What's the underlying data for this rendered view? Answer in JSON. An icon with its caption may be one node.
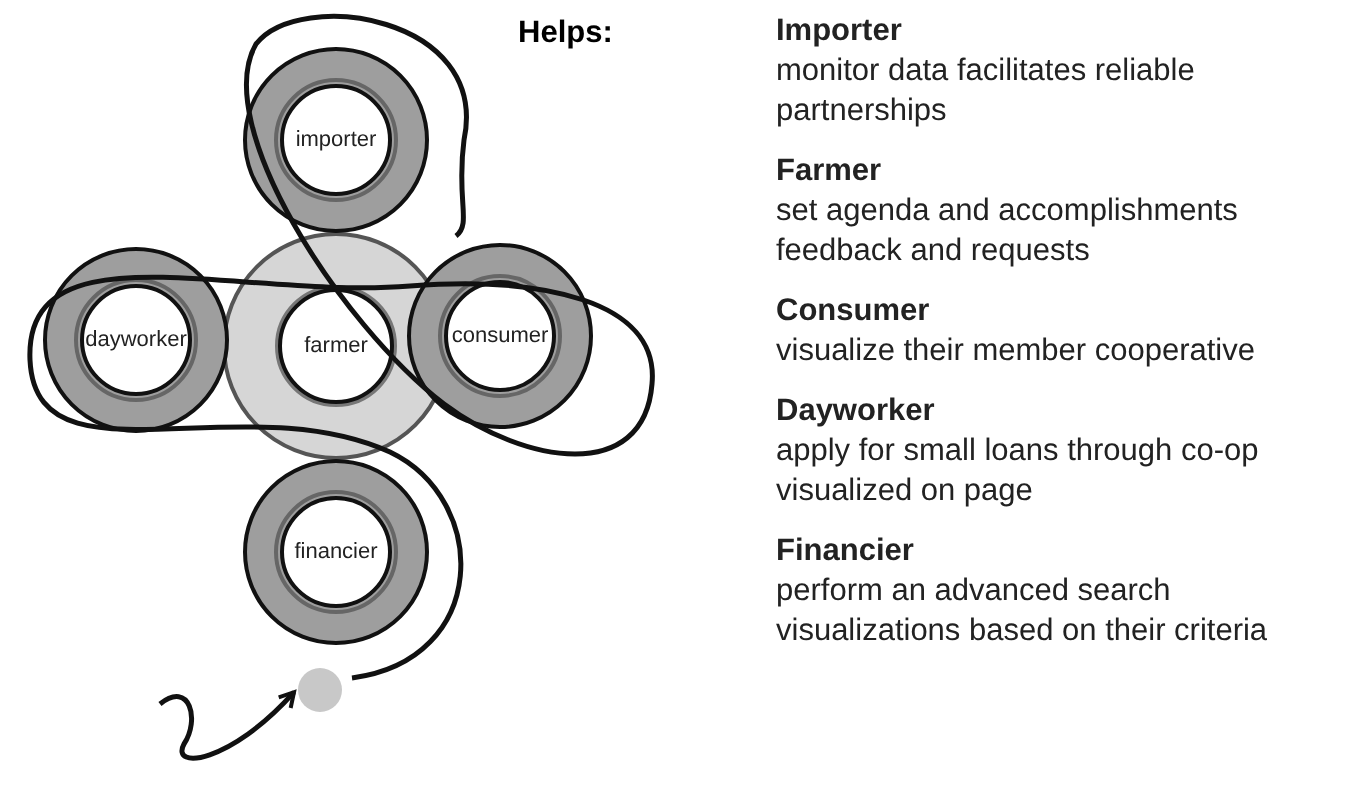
{
  "diagram": {
    "nodes": [
      {
        "text": [
          "importer"
        ]
      },
      {
        "text": [
          "dayworker"
        ]
      },
      {
        "text": [
          "farmer"
        ]
      },
      {
        "text": [
          "consumer"
        ]
      },
      {
        "text": [
          "financier"
        ]
      },
      {
        "text": [],
        "shape": "circle"
      }
    ],
    "edges": [
      {
        "from": null,
        "to": 5,
        "arrow": "to"
      }
    ],
    "labels": [
      "Helps:",
      "Importer",
      "monitor data facilitates reliable partnerships",
      "Farmer",
      "set agenda and accomplishments feedback and requests",
      "Consumer",
      "visualize their member cooperative",
      "Dayworker",
      "apply for small loans through co-op visualized on page",
      "Financier",
      "perform an advanced search visualizations based on their criteria"
    ]
  }
}
